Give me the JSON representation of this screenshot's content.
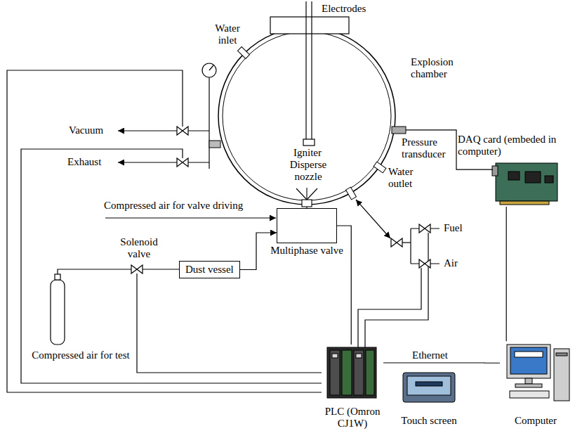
{
  "diagram": {
    "nodes": [
      {
        "text": [
          "Explosion chamber"
        ]
      },
      {
        "text": [
          "DAQ card (embeded in computer)"
        ]
      },
      {
        "text": [
          "Multiphase valve"
        ]
      },
      {
        "text": [
          "Dust vessel"
        ]
      },
      {
        "text": [
          "PLC (Omron CJ1W)"
        ]
      },
      {
        "text": [
          "Touch screen"
        ]
      },
      {
        "text": [
          "Computer"
        ]
      }
    ],
    "edges": [
      {
        "from": 3,
        "to": 2,
        "arrow": "to"
      },
      {
        "from": 2,
        "to": 0,
        "arrow": "none"
      },
      {
        "from": 4,
        "to": 2,
        "arrow": "none"
      },
      {
        "from": 0,
        "to": 1,
        "arrow": "none"
      },
      {
        "from": 1,
        "to": 6,
        "arrow": "none"
      },
      {
        "from": 4,
        "to": 6,
        "label": "Ethernet",
        "arrow": "none"
      }
    ],
    "labels": [
      "Electrodes",
      "Water inlet",
      "Vacuum",
      "Exhaust",
      "Igniter",
      "Disperse nozzle",
      "Pressure transducer",
      "Water outlet",
      "Compressed air for valve driving",
      "Fuel",
      "Air",
      "Solenoid valve",
      "Compressed air for test"
    ]
  }
}
